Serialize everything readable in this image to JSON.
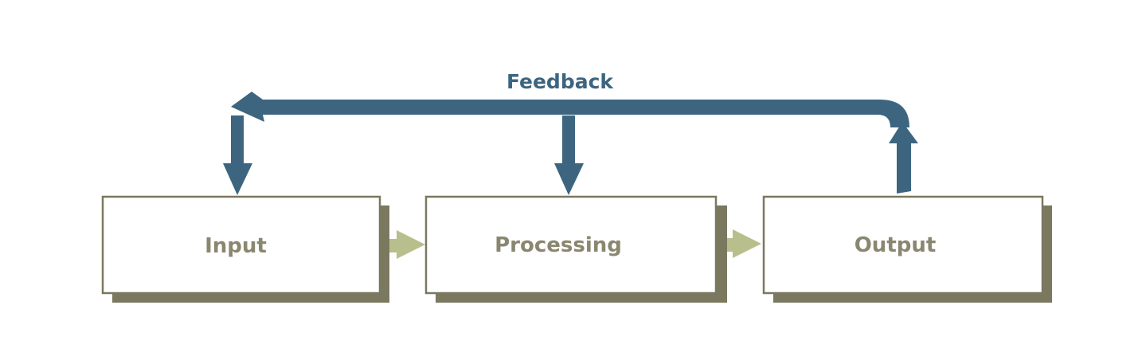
{
  "colors": {
    "feedback": "#3d6580",
    "flow": "#b8bf8c",
    "box_border": "#7b7860",
    "box_shadow": "#7b7860",
    "box_text": "#8a8770",
    "box_fill": "#ffffff",
    "feedback_text": "#3d6580"
  },
  "feedback": {
    "label": "Feedback"
  },
  "boxes": [
    {
      "label": "Input"
    },
    {
      "label": "Processing"
    },
    {
      "label": "Output"
    }
  ]
}
